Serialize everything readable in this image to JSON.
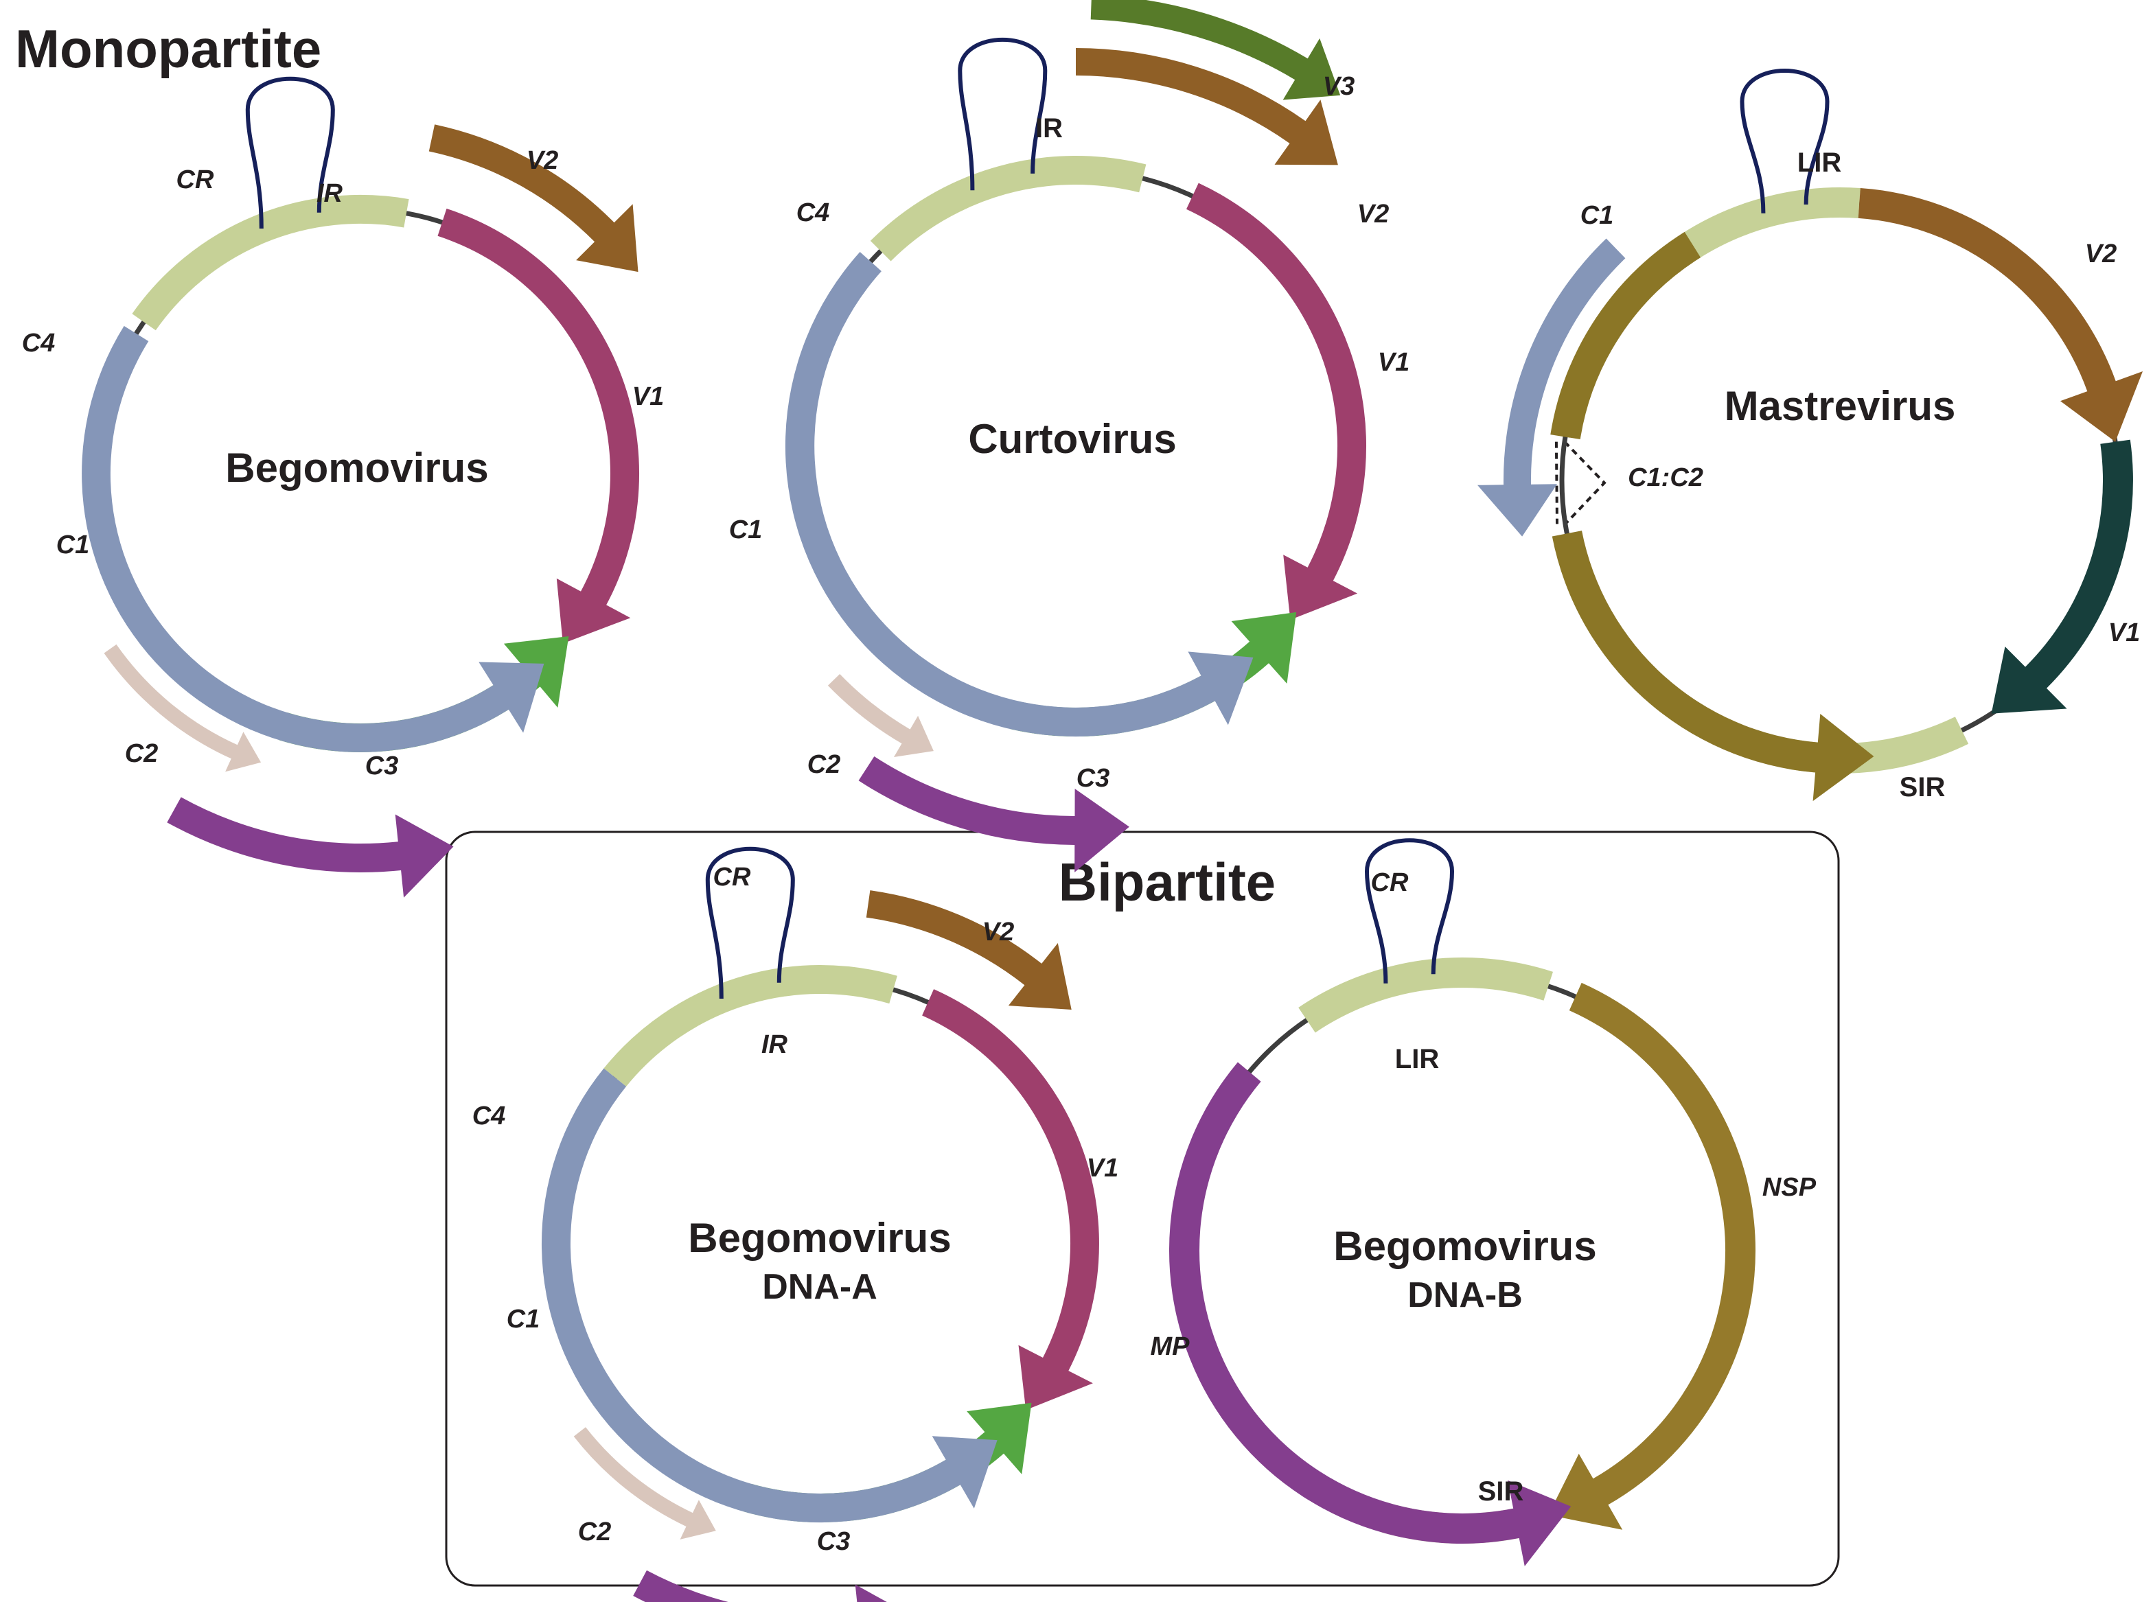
{
  "headings": {
    "monopartite": "Monopartite",
    "bipartite": "Bipartite"
  },
  "colors": {
    "backbone": "#3d3d3d",
    "loop": "#16205a",
    "ir": "#c6d197",
    "v1": "#9e3f6c",
    "v2": "#8f5f26",
    "v3": "#577b29",
    "c1": "#8596b8",
    "c2": "#843e8e",
    "c3": "#54a742",
    "c4": "#d9c6bc",
    "mastre_c1c2": "#8b7626",
    "mastre_v1": "#173f3c",
    "nsp": "#957a2b",
    "mp": "#843e8e"
  },
  "genomes": {
    "begomovirus": {
      "name": "Begomovirus",
      "labels": {
        "cr": "CR",
        "ir": "IR",
        "v2": "V2",
        "v1": "V1",
        "c4": "C4",
        "c1": "C1",
        "c2": "C2",
        "c3": "C3"
      }
    },
    "curtovirus": {
      "name": "Curtovirus",
      "labels": {
        "ir": "IR",
        "v3": "V3",
        "v2": "V2",
        "v1": "V1",
        "c4": "C4",
        "c1": "C1",
        "c2": "C2",
        "c3": "C3"
      }
    },
    "mastrevirus": {
      "name": "Mastrevirus",
      "labels": {
        "lir": "LIR",
        "sir": "SIR",
        "v2": "V2",
        "v1": "V1",
        "c1": "C1",
        "c1c2": "C1:C2"
      }
    },
    "dna_a": {
      "name": "Begomovirus",
      "subtitle": "DNA-A",
      "labels": {
        "cr": "CR",
        "ir": "IR",
        "v2": "V2",
        "v1": "V1",
        "c4": "C4",
        "c1": "C1",
        "c2": "C2",
        "c3": "C3"
      }
    },
    "dna_b": {
      "name": "Begomovirus",
      "subtitle": "DNA-B",
      "labels": {
        "cr": "CR",
        "lir": "LIR",
        "sir": "SIR",
        "nsp": "NSP",
        "mp": "MP"
      }
    }
  }
}
